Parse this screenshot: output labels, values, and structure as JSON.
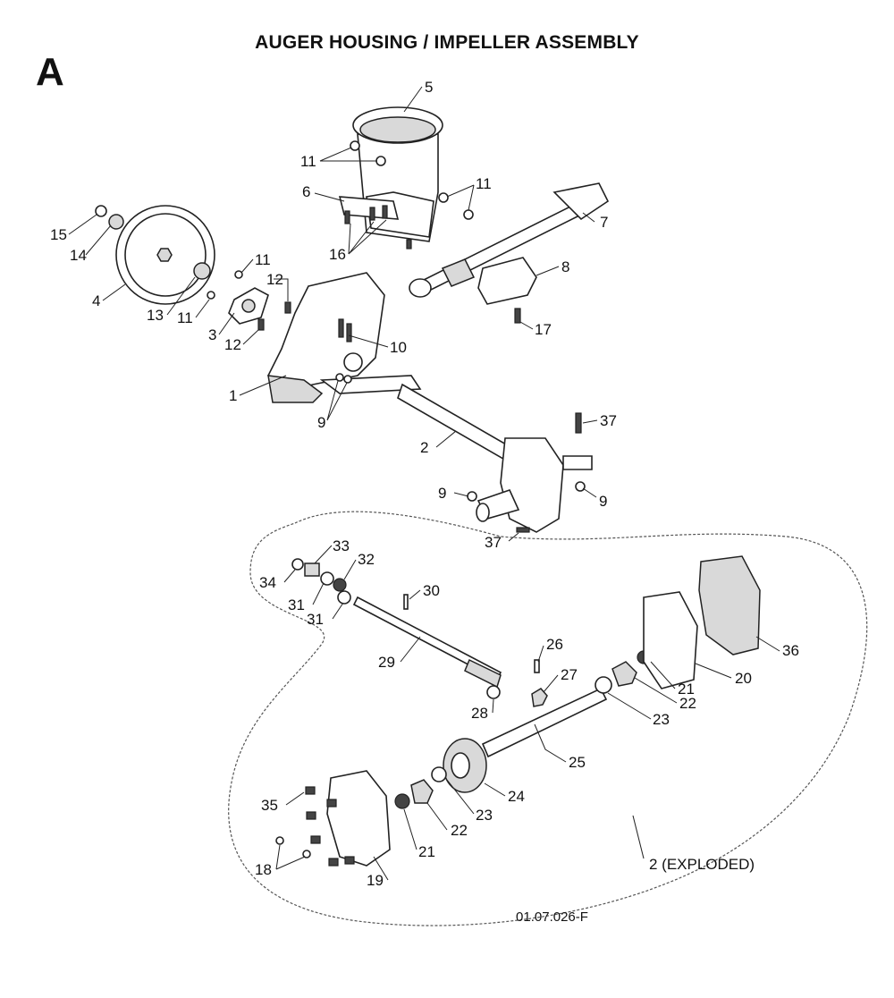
{
  "title": "AUGER HOUSING / IMPELLER ASSEMBLY",
  "section": "A",
  "figure_number": "01.07.026-F",
  "callouts": [
    {
      "id": "c5a",
      "text": "5"
    },
    {
      "id": "c11a",
      "text": "11"
    },
    {
      "id": "c11b",
      "text": "11"
    },
    {
      "id": "c6",
      "text": "6"
    },
    {
      "id": "c7",
      "text": "7"
    },
    {
      "id": "c16",
      "text": "16"
    },
    {
      "id": "c15",
      "text": "15"
    },
    {
      "id": "c14",
      "text": "14"
    },
    {
      "id": "c4",
      "text": "4"
    },
    {
      "id": "c11c",
      "text": "11"
    },
    {
      "id": "c12a",
      "text": "12"
    },
    {
      "id": "c13",
      "text": "13"
    },
    {
      "id": "c11d",
      "text": "11"
    },
    {
      "id": "c3",
      "text": "3"
    },
    {
      "id": "c12b",
      "text": "12"
    },
    {
      "id": "c8",
      "text": "8"
    },
    {
      "id": "c17",
      "text": "17"
    },
    {
      "id": "c10",
      "text": "10"
    },
    {
      "id": "c1",
      "text": "1"
    },
    {
      "id": "c9a",
      "text": "9"
    },
    {
      "id": "c37a",
      "text": "37"
    },
    {
      "id": "c2",
      "text": "2"
    },
    {
      "id": "c9b",
      "text": "9"
    },
    {
      "id": "c9c",
      "text": "9"
    },
    {
      "id": "c37b",
      "text": "37"
    },
    {
      "id": "c33",
      "text": "33"
    },
    {
      "id": "c34",
      "text": "34"
    },
    {
      "id": "c32",
      "text": "32"
    },
    {
      "id": "c31a",
      "text": "31"
    },
    {
      "id": "c30",
      "text": "30"
    },
    {
      "id": "c31b",
      "text": "31"
    },
    {
      "id": "c29",
      "text": "29"
    },
    {
      "id": "c26",
      "text": "26"
    },
    {
      "id": "c27",
      "text": "27"
    },
    {
      "id": "c28",
      "text": "28"
    },
    {
      "id": "c36",
      "text": "36"
    },
    {
      "id": "c20",
      "text": "20"
    },
    {
      "id": "c21a",
      "text": "21"
    },
    {
      "id": "c22a",
      "text": "22"
    },
    {
      "id": "c23a",
      "text": "23"
    },
    {
      "id": "c25",
      "text": "25"
    },
    {
      "id": "c24",
      "text": "24"
    },
    {
      "id": "c35",
      "text": "35"
    },
    {
      "id": "c23b",
      "text": "23"
    },
    {
      "id": "c22b",
      "text": "22"
    },
    {
      "id": "c21b",
      "text": "21"
    },
    {
      "id": "c18",
      "text": "18"
    },
    {
      "id": "c19",
      "text": "19"
    },
    {
      "id": "c2x",
      "text": "2 (EXPLODED)"
    }
  ]
}
